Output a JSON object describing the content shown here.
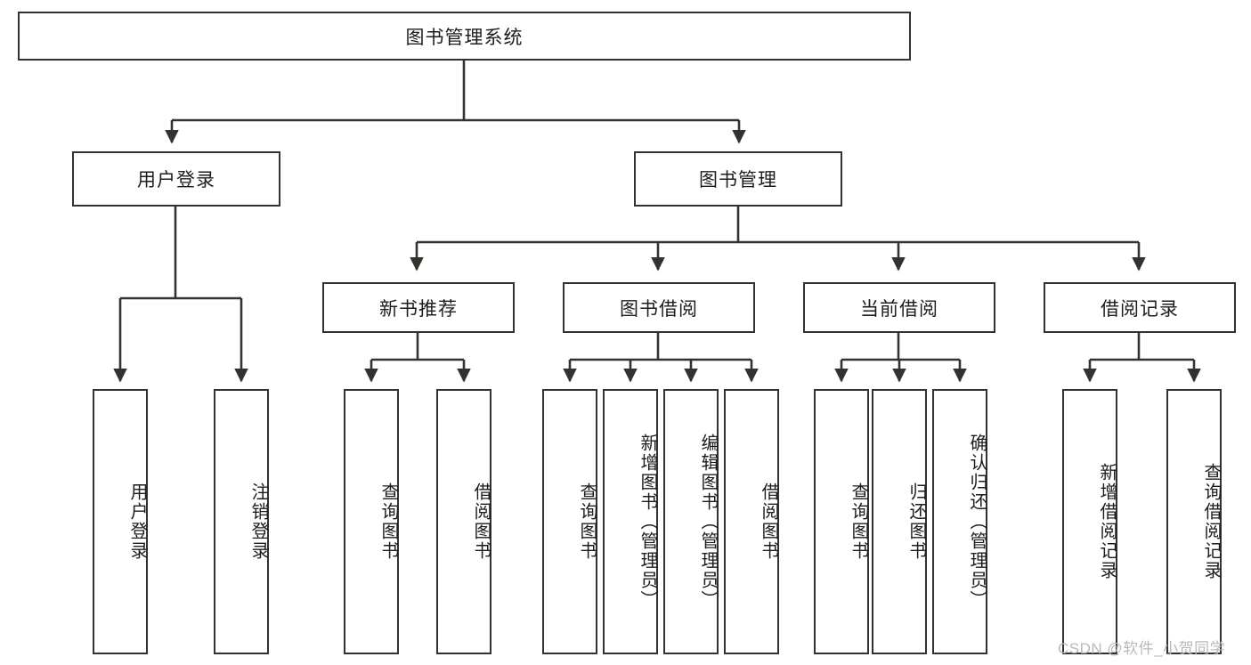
{
  "diagram": {
    "type": "tree",
    "title": "图书管理系统",
    "watermark": "CSDN @软件_小贺同学",
    "colors": {
      "box_border": "#33322f",
      "box_fill": "#ffffff",
      "edge": "#33322f",
      "text": "#1d1d1b",
      "watermark": "#b9b9b9"
    },
    "nodes": {
      "root": "图书管理系统",
      "level2": [
        "用户登录",
        "图书管理"
      ],
      "level3": [
        "新书推荐",
        "图书借阅",
        "当前借阅",
        "借阅记录"
      ],
      "leaves_user_login": [
        "用户登录",
        "注销登录"
      ],
      "leaves_new_book": [
        "查询图书",
        "借阅图书"
      ],
      "leaves_borrow": [
        "查询图书",
        "新增图书（管理员）",
        "编辑图书（管理员）",
        "借阅图书"
      ],
      "leaves_current": [
        "查询图书",
        "归还图书",
        "确认归还（管理员）"
      ],
      "leaves_record": [
        "新增借阅记录",
        "查询借阅记录"
      ]
    }
  }
}
